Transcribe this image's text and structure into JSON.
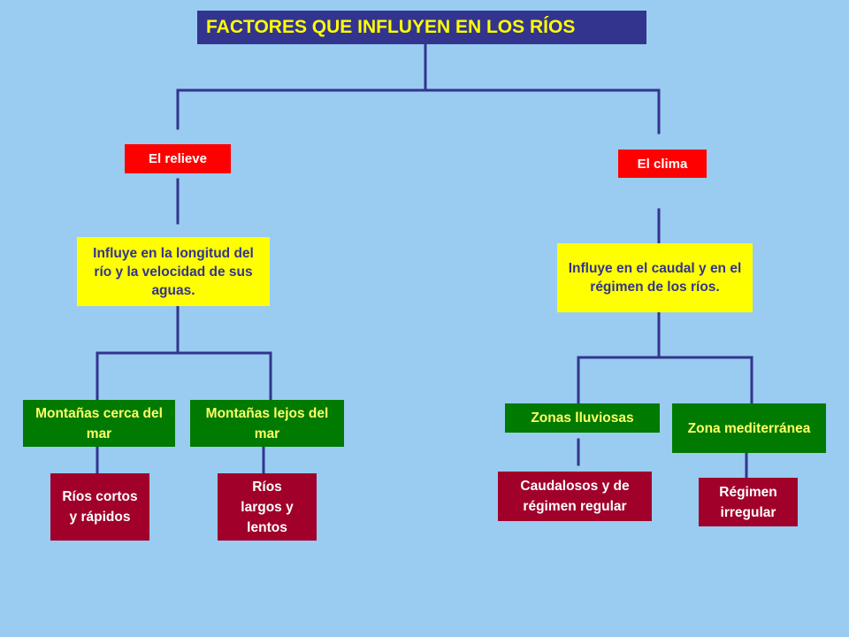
{
  "title": "FACTORES QUE INFLUYEN EN LOS RÍOS",
  "relieve": {
    "label": "El relieve",
    "description": "Influye en la longitud del río y la velocidad de sus aguas.",
    "left": {
      "label": "Montañas cerca del mar",
      "result": "Ríos cortos y rápidos"
    },
    "right": {
      "label": "Montañas lejos del mar",
      "result": "Ríos largos y lentos"
    }
  },
  "clima": {
    "label": "El clima",
    "description": "Influye en el caudal y en el régimen de los ríos.",
    "left": {
      "label": "Zonas lluviosas",
      "result": "Caudalosos y de régimen regular"
    },
    "right": {
      "label": "Zona mediterránea",
      "result": "Régimen irregular"
    }
  },
  "colors": {
    "background": "#99ccf0",
    "line": "#33348e",
    "title_bg": "#33348e",
    "title_text": "#ffff00",
    "factor_bg": "#ff0000",
    "description_bg": "#ffff00",
    "subfactor_bg": "#007a00",
    "subfactor_text": "#ffff66",
    "result_bg": "#a0002a"
  }
}
